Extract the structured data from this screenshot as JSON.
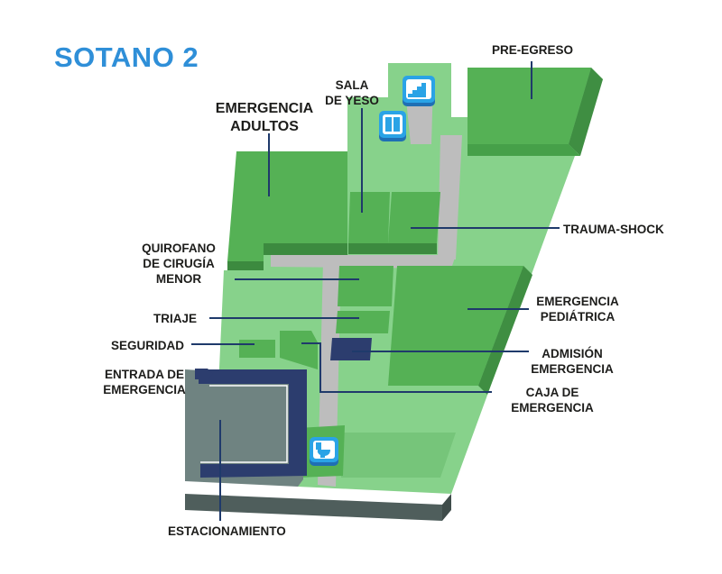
{
  "title": "SOTANO 2",
  "labels": {
    "pre_egreso": "PRE-EGRESO",
    "sala_de_yeso_1": "SALA",
    "sala_de_yeso_2": "DE YESO",
    "emergencia_adultos_1": "EMERGENCIA",
    "emergencia_adultos_2": "ADULTOS",
    "trauma_shock": "TRAUMA-SHOCK",
    "quirofano_1": "QUIROFANO",
    "quirofano_2": "DE CIRUGÍA",
    "quirofano_3": "MENOR",
    "emergencia_pediatrica_1": "EMERGENCIA",
    "emergencia_pediatrica_2": "PEDIÁTRICA",
    "triaje": "TRIAJE",
    "seguridad": "SEGURIDAD",
    "admision_emergencia_1": "ADMISIÓN",
    "admision_emergencia_2": "EMERGENCIA",
    "entrada_de_emergencia_1": "ENTRADA DE",
    "entrada_de_emergencia_2": "EMERGENCIA",
    "caja_de_emergencia_1": "CAJA DE",
    "caja_de_emergencia_2": "EMERGENCIA",
    "estacionamiento": "ESTACIONAMIENTO"
  },
  "icons": [
    "stairs-icon",
    "elevator-icon",
    "toilet-icon",
    "entrance-arrow-icon"
  ],
  "colors": {
    "title": "#2f8fd8",
    "room_dark": "#55b155",
    "room_light": "#87d28b",
    "corridor": "#bdbdbd",
    "parking": "#6f8381",
    "navy": "#2c3d6e",
    "leader_line": "#1f3a6b",
    "icon_blue": "#2aa3e6"
  }
}
